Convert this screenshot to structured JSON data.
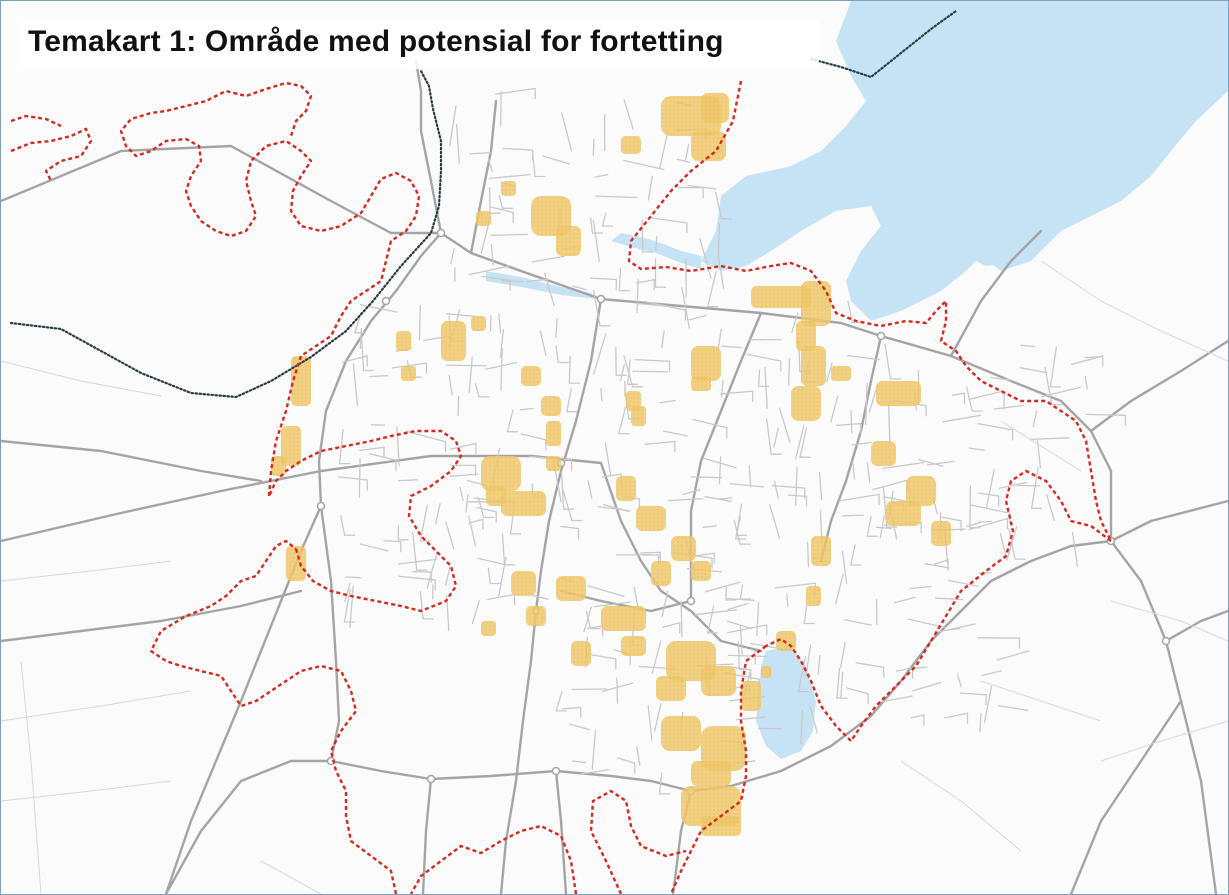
{
  "map": {
    "title": "Temakart 1: Område med potensial for fortetting",
    "colors": {
      "water": "#c6e3f5",
      "road_major": "#a4a4a4",
      "road_minor": "#c9c9c9",
      "boundary": "#d42a22",
      "densification_area": "#f0c86c",
      "municipal_border": "#2b3d44",
      "frame": "#7f9fc0"
    },
    "layers": [
      "water-bodies",
      "road-network",
      "densification-areas",
      "urban-boundary",
      "municipal-border"
    ]
  }
}
